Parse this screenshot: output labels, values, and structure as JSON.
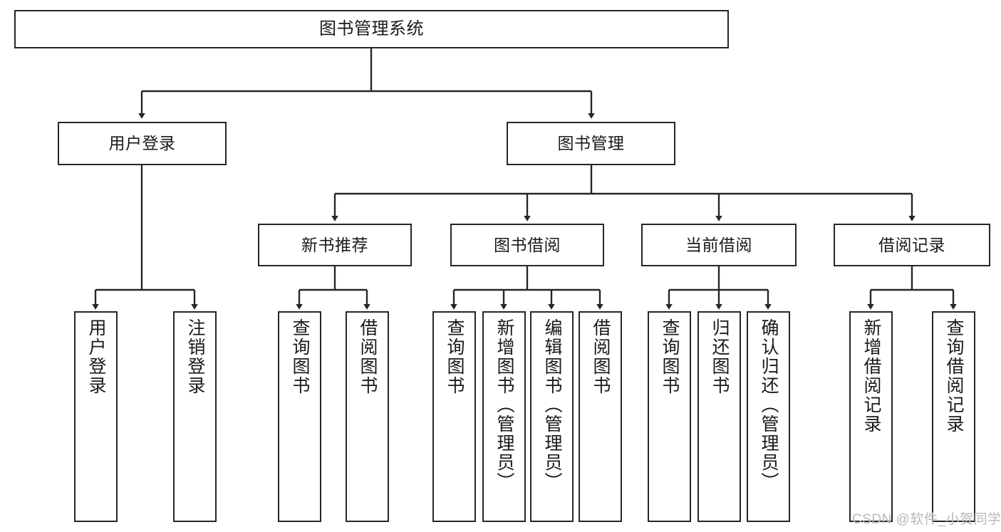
{
  "diagram": {
    "title": "图书管理系统",
    "type": "hierarchy-tree",
    "root": {
      "label": "图书管理系统"
    },
    "level2": [
      {
        "label": "用户登录"
      },
      {
        "label": "图书管理"
      }
    ],
    "level3": [
      {
        "label": "新书推荐"
      },
      {
        "label": "图书借阅"
      },
      {
        "label": "当前借阅"
      },
      {
        "label": "借阅记录"
      }
    ],
    "leaves": {
      "user_login": [
        {
          "label": "用户登录"
        },
        {
          "label": "注销登录"
        }
      ],
      "new_book_recommend": [
        {
          "label": "查询图书"
        },
        {
          "label": "借阅图书"
        }
      ],
      "book_borrow": [
        {
          "label": "查询图书"
        },
        {
          "label": "新增图书（管理员）"
        },
        {
          "label": "编辑图书（管理员）"
        },
        {
          "label": "借阅图书"
        }
      ],
      "current_borrow": [
        {
          "label": "查询图书"
        },
        {
          "label": "归还图书"
        },
        {
          "label": "确认归还（管理员）"
        }
      ],
      "borrow_record": [
        {
          "label": "新增借阅记录"
        },
        {
          "label": "查询借阅记录"
        }
      ]
    }
  },
  "watermark": {
    "text": "CSDN @软件_小贺同学"
  },
  "colors": {
    "stroke": "#262626",
    "text": "#1a1a1a",
    "background": "#ffffff",
    "watermark": "#b8b8b8"
  }
}
